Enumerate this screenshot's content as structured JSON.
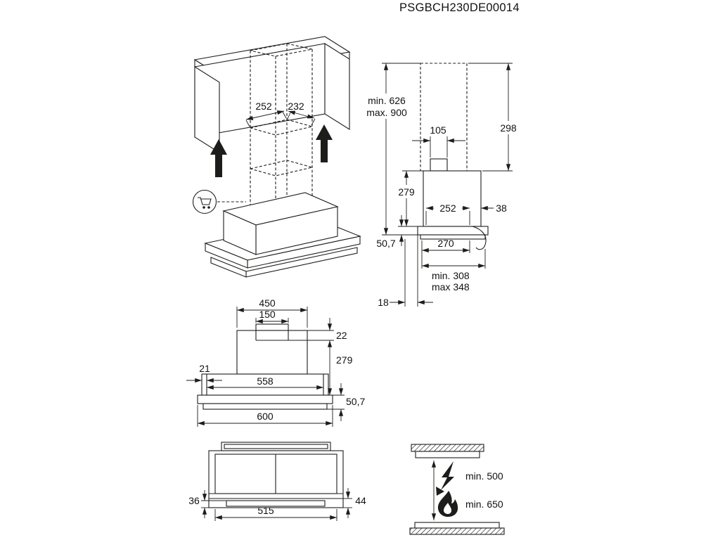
{
  "product_code": "PSGBCH230DE00014",
  "colors": {
    "line": "#1d1d1b",
    "background": "#ffffff"
  },
  "icons": {
    "cart": "shopping-cart-icon",
    "electric_hob": "lightning-bolt-icon",
    "gas_hob": "flame-icon",
    "install_direction": "arrow-up-icon"
  },
  "iso_view": {
    "duct_width": "252",
    "duct_depth": "232"
  },
  "side_view": {
    "height_min": "min. 626",
    "height_max": "max. 900",
    "duct_offset": "105",
    "chimney_height": "298",
    "body_height": "279",
    "body_depth": "252",
    "rear_gap": "38",
    "panel_thickness": "50,7",
    "base_depth": "270",
    "depth_min": "min. 308",
    "depth_max": "max 348",
    "wall_gap": "18"
  },
  "front_view": {
    "chimney_width": "450",
    "duct_width": "150",
    "collar_height": "22",
    "body_height": "279",
    "side_gap": "21",
    "inner_width": "558",
    "panel_thickness": "50,7",
    "total_width": "600"
  },
  "bottom_view": {
    "edge_gap": "36",
    "filter_width": "515",
    "rear_gap": "44"
  },
  "clearance_view": {
    "electric_min": "min. 500",
    "gas_min": "min. 650"
  }
}
